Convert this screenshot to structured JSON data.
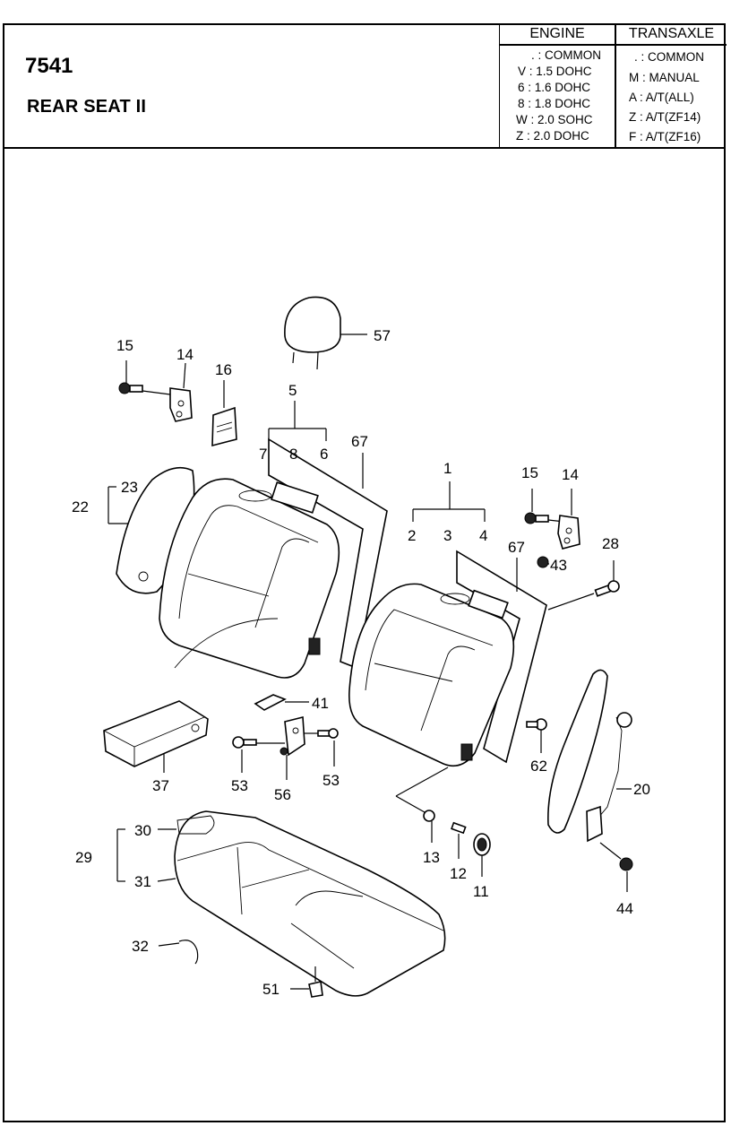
{
  "header": {
    "code": "7541",
    "title": "REAR SEAT II"
  },
  "legend": {
    "engine_header": "ENGINE",
    "transaxle_header": "TRANSAXLE",
    "engine_rows": [
      ". : COMMON",
      "V : 1.5 DOHC",
      "6 : 1.6 DOHC",
      "8 : 1.8 DOHC",
      "W : 2.0 SOHC",
      "Z : 2.0 DOHC"
    ],
    "transaxle_rows": [
      ". : COMMON",
      "M : MANUAL",
      "A : A/T(ALL)",
      "Z : A/T(ZF14)",
      "F : A/T(ZF16)"
    ]
  },
  "callouts": {
    "c57": "57",
    "c15a": "15",
    "c14a": "14",
    "c16": "16",
    "c5": "5",
    "c7": "7",
    "c8": "8",
    "c6": "6",
    "c67a": "67",
    "c1": "1",
    "c15b": "15",
    "c14b": "14",
    "c23": "23",
    "c22": "22",
    "c2": "2",
    "c3": "3",
    "c4": "4",
    "c67b": "67",
    "c28": "28",
    "c43": "43",
    "c41": "41",
    "c62": "62",
    "c37": "37",
    "c53a": "53",
    "c56": "56",
    "c53b": "53",
    "c20": "20",
    "c30": "30",
    "c29": "29",
    "c31": "31",
    "c13": "13",
    "c12": "12",
    "c11": "11",
    "c44": "44",
    "c32": "32",
    "c51": "51"
  }
}
